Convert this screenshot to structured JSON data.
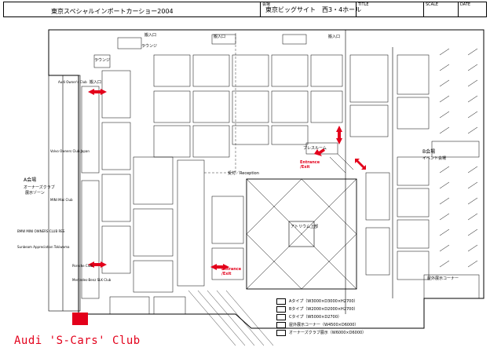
{
  "title_block": {
    "event_title": "東京スペシャルインポートカーショー2004",
    "venue_caption": "会場",
    "venue": "東京ビッグサイト　西3・4ホール",
    "title_caption": "TITLE",
    "scale_caption": "SCALE",
    "date_caption": "DATE"
  },
  "labels": {
    "entrance_top_1": "搬入口",
    "entrance_top_2": "搬入口",
    "entrance_top_3": "搬入口",
    "entrance_left": "搬入口",
    "lounge_1": "ラウンジ",
    "lounge_2": "ラウンジ",
    "reception": "受付／Reception",
    "hall_a_title": "A会場",
    "hall_a_sub1": "オーナーズクラブ",
    "hall_a_sub2": "展示ゾーン",
    "hall_b_title": "B会場",
    "hall_b_sub": "イベント会場",
    "atrium": "アトリウム上部",
    "press_room": "プレスルーム",
    "outdoor_corner": "屋外展示コーナー",
    "entrance_exit_1": "Entrance\n/Exit",
    "entrance_exit_2": "Entrance\n/Exit",
    "club_bmw": "BMW MINI OWNERS CLUB RES",
    "club_mercedes": "Mercedes-Benz SLK Club",
    "club_porsche": "Porsche Club",
    "club_sub": "Sunbeam Appreciation Tokiwama",
    "club_audi": "Audi Owner's Club",
    "club_volvo": "Volvo Owners Club Japan",
    "club_mini": "MINI Mini Club"
  },
  "legend": {
    "a_type": "Aタイプ（W3000×D3000×H2700）",
    "b_type": "Bタイプ（W2000×D2000×H2700）",
    "c_type": "Cタイプ（W5000×D2700）",
    "outdoor": "屋外展示コーナー（W4500×D6000）",
    "owners": "オーナーズクラブ展示（W6000×D6000）"
  },
  "highlight": {
    "caption": "Audi 'S-Cars' Club",
    "color": "#e3001b"
  },
  "colors": {
    "arrow": "#e3001b",
    "line": "#000000",
    "grid": "#dcdcdc"
  }
}
